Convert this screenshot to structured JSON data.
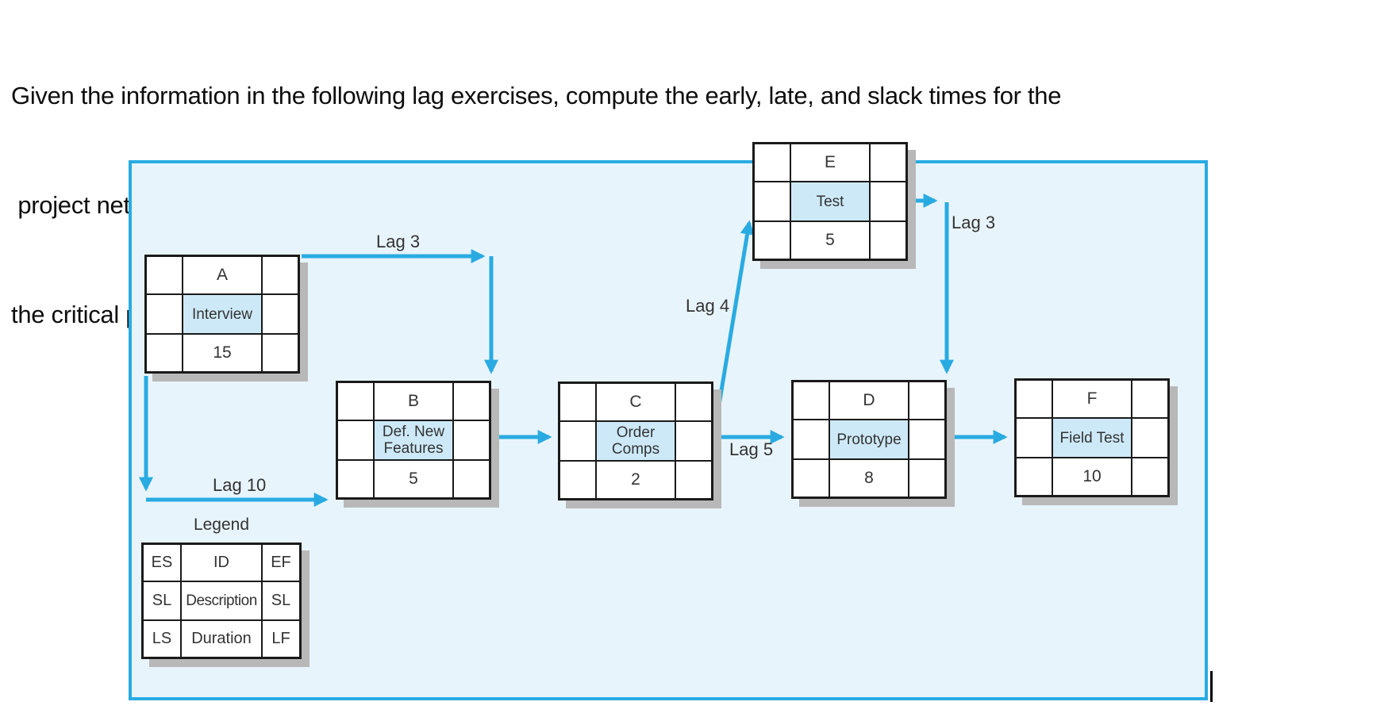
{
  "title": {
    "line1": "Given the information in the following lag exercises, compute the early, late, and slack times for the",
    "line2": " project network.  Which activities on the critical path have only the start or finish of the activity on",
    "line3": "the critical path?"
  },
  "diagram": {
    "nodes": [
      {
        "id": "A",
        "description": "Interview",
        "duration": "15"
      },
      {
        "id": "B",
        "description": "Def. New\nFeatures",
        "duration": "5"
      },
      {
        "id": "C",
        "description": "Order\nComps",
        "duration": "2"
      },
      {
        "id": "D",
        "description": "Prototype",
        "duration": "8"
      },
      {
        "id": "E",
        "description": "Test",
        "duration": "5"
      },
      {
        "id": "F",
        "description": "Field Test",
        "duration": "10"
      }
    ],
    "lag_labels": {
      "a_to_b_top": "Lag 3",
      "a_to_b_bottom": "Lag 10",
      "c_to_e": "Lag 4",
      "c_to_d": "Lag 5",
      "e_to_d": "Lag 3"
    },
    "legend": {
      "title": "Legend",
      "cells": [
        "ES",
        "ID",
        "EF",
        "SL",
        "Description",
        "SL",
        "LS",
        "Duration",
        "LF"
      ]
    },
    "colors": {
      "arrow": "#29abe2",
      "node_highlight": "#cde9f8",
      "canvas_fill": "#e8f4fb",
      "canvas_border": "#29abe2",
      "box_border": "#1a1a1a",
      "shadow": "#b8b8b8"
    }
  }
}
